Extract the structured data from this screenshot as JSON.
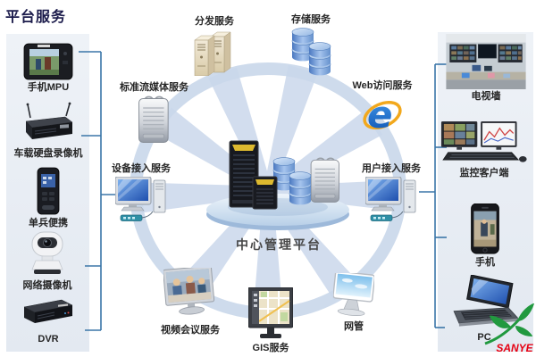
{
  "title": "平台服务",
  "hub": {
    "label": "中心管理平台",
    "icon": "server-cluster-on-platform"
  },
  "services": {
    "distribution": {
      "label": "分发服务",
      "icon": "tower-servers"
    },
    "storage": {
      "label": "存储服务",
      "icon": "database-cylinders"
    },
    "streaming": {
      "label": "标准流媒体服务",
      "icon": "silver-tower-server"
    },
    "web_access": {
      "label": "Web访问服务",
      "icon": "internet-explorer"
    },
    "device_access": {
      "label": "设备接入服务",
      "icon": "desktop-computer"
    },
    "user_access": {
      "label": "用户接入服务",
      "icon": "desktop-computer"
    },
    "video_conference": {
      "label": "视频会议服务",
      "icon": "conference-monitor"
    },
    "gis": {
      "label": "GIS服务",
      "icon": "map-monitor"
    },
    "network_mgmt": {
      "label": "网管",
      "icon": "imac-monitor"
    }
  },
  "left_panel": {
    "items": [
      {
        "label": "手机MPU",
        "icon": "mobile-phone-landscape"
      },
      {
        "label": "车载硬盘录像机",
        "icon": "vehicle-recorder-antennas"
      },
      {
        "label": "单兵便携",
        "icon": "handheld-terminal"
      },
      {
        "label": "网络摄像机",
        "icon": "ptz-camera"
      },
      {
        "label": "DVR",
        "icon": "dvr-box"
      }
    ]
  },
  "right_panel": {
    "items": [
      {
        "label": "电视墙",
        "icon": "video-wall-photo"
      },
      {
        "label": "监控客户端",
        "icon": "dual-monitor-workstation"
      },
      {
        "label": "手机",
        "icon": "smartphone"
      },
      {
        "label": "PC",
        "icon": "laptop"
      }
    ]
  },
  "logo": {
    "text": "SANYE",
    "icon": "leaf-sprout-logo"
  },
  "colors": {
    "connector": "#3b76a8",
    "wheel": "#cad8eb",
    "panel_bg": "#edf1f6",
    "title": "#1a1a4a",
    "logo_green": "#21993f",
    "logo_red": "#e60012"
  }
}
